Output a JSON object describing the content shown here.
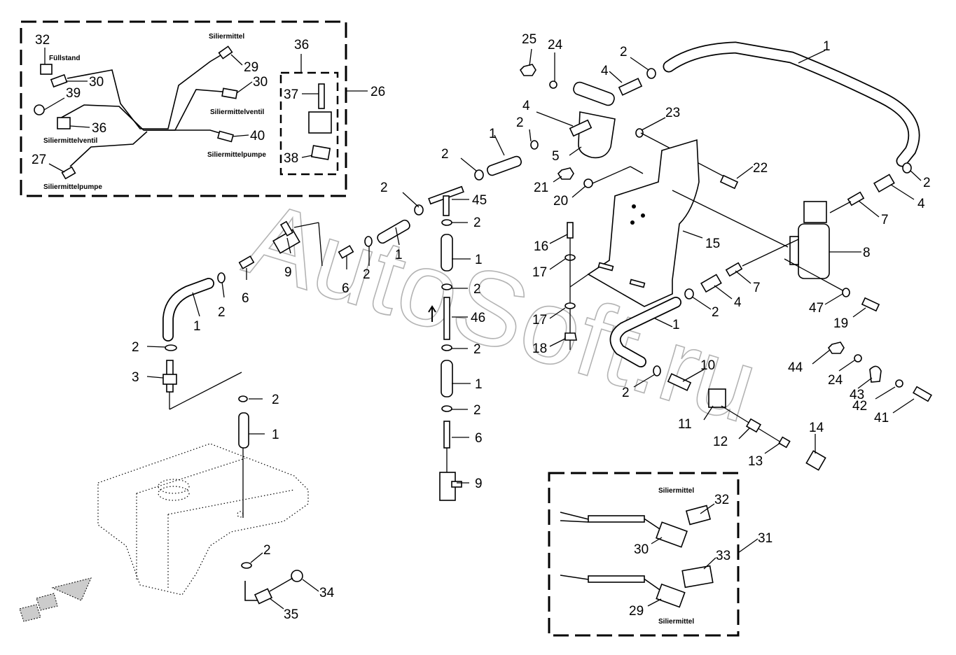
{
  "watermark": "AutoSoft.ru",
  "callouts": {
    "c1a": "1",
    "c1b": "1",
    "c1c": "1",
    "c1d": "1",
    "c1e": "1",
    "c1f": "1",
    "c1g": "1",
    "c1h": "1",
    "c2a": "2",
    "c2b": "2",
    "c2c": "2",
    "c2d": "2",
    "c2e": "2",
    "c2f": "2",
    "c2g": "2",
    "c2h": "2",
    "c2i": "2",
    "c2j": "2",
    "c2k": "2",
    "c2l": "2",
    "c2m": "2",
    "c2n": "2",
    "c2o": "2",
    "c3": "3",
    "c4a": "4",
    "c4b": "4",
    "c4c": "4",
    "c4d": "4",
    "c5": "5",
    "c6a": "6",
    "c6b": "6",
    "c6c": "6",
    "c7a": "7",
    "c7b": "7",
    "c8": "8",
    "c9a": "9",
    "c9b": "9",
    "c10": "10",
    "c11": "11",
    "c12": "12",
    "c13": "13",
    "c14": "14",
    "c15": "15",
    "c16": "16",
    "c17a": "17",
    "c17b": "17",
    "c18": "18",
    "c19": "19",
    "c20": "20",
    "c21": "21",
    "c22": "22",
    "c23": "23",
    "c24a": "24",
    "c24b": "24",
    "c25": "25",
    "c26": "26",
    "c27": "27",
    "c29a": "29",
    "c29b": "29",
    "c30a": "30",
    "c30b": "30",
    "c30c": "30",
    "c31": "31",
    "c32a": "32",
    "c32b": "32",
    "c33": "33",
    "c34": "34",
    "c35": "35",
    "c36a": "36",
    "c36b": "36",
    "c37": "37",
    "c38": "38",
    "c39": "39",
    "c40": "40",
    "c41": "41",
    "c42": "42",
    "c43": "43",
    "c44": "44",
    "c45": "45",
    "c46": "46",
    "c47": "47"
  },
  "labels": {
    "fuellstand": "Füllstand",
    "siliermittel_top": "Siliermittel",
    "siliermittelventil_right": "Siliermittelventil",
    "siliermittelventil_left": "Siliermittelventil",
    "siliermittelpumpe_right": "Siliermittelpumpe",
    "siliermittelpumpe_left": "Siliermittelpumpe",
    "siliermittel_box_top": "Siliermittel",
    "siliermittel_box_bottom": "Siliermittel"
  }
}
